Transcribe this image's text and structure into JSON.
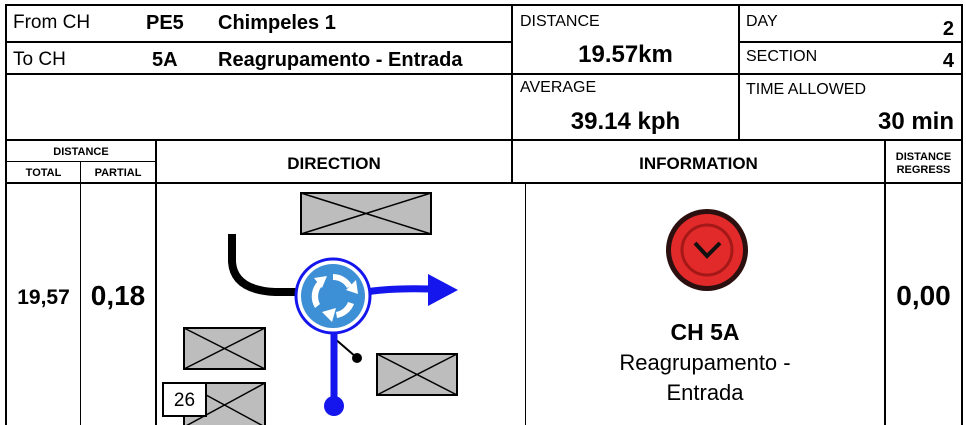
{
  "header": {
    "from": {
      "label": "From CH",
      "code": "PE5",
      "name": "Chimpeles 1"
    },
    "to": {
      "label": "To CH",
      "code": "5A",
      "name": "Reagrupamento - Entrada"
    },
    "distance": {
      "label": "DISTANCE",
      "value": "19.57km"
    },
    "average": {
      "label": "AVERAGE",
      "value": "39.14 kph"
    },
    "day": {
      "label": "DAY",
      "value": "2"
    },
    "section": {
      "label": "SECTION",
      "value": "4"
    },
    "time_allowed": {
      "label": "TIME ALLOWED",
      "value": "30 min"
    }
  },
  "columns": {
    "distance": "DISTANCE",
    "total": "TOTAL",
    "partial": "PARTIAL",
    "direction": "DIRECTION",
    "information": "INFORMATION",
    "distance_regress_1": "DISTANCE",
    "distance_regress_2": "REGRESS"
  },
  "row": {
    "total": "19,57",
    "partial": "0,18",
    "regress": "0,00",
    "info_title": "CH 5A",
    "info_line1": "Reagrupamento -",
    "info_line2": "Entrada",
    "speed_marker": "26"
  },
  "icons": {
    "roundabout": "roundabout-icon",
    "time_control": "time-control-clock-icon",
    "route_arrow": "arrow-right-icon"
  },
  "colors": {
    "route_blue": "#1515ee",
    "roundabout_blue": "#3d8fd6",
    "control_red": "#e32a2a",
    "hatch_gray": "#bdbdbd"
  }
}
